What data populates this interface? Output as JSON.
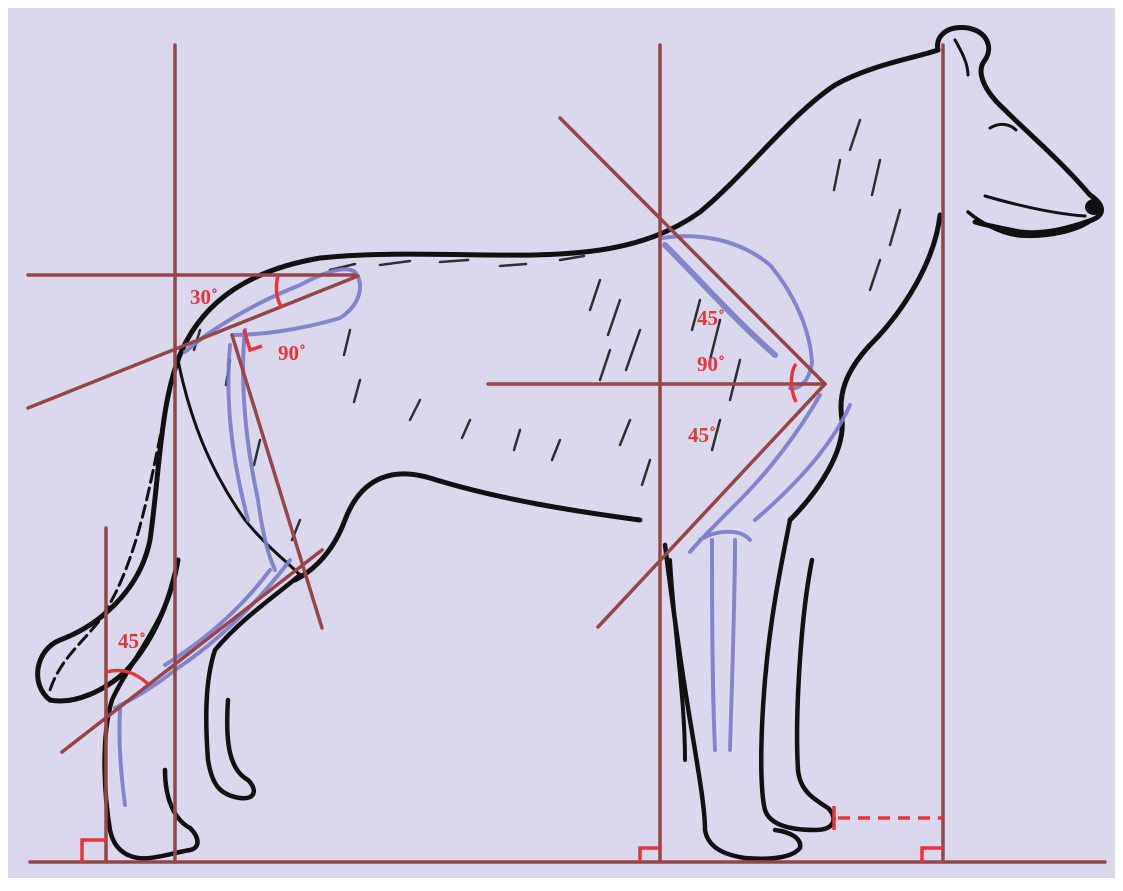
{
  "colors": {
    "background": "#dad8ed",
    "frame": "#ffffff",
    "guide_line": "#98454a",
    "bone": "#7a7cc8",
    "angle_label": "#e8343b",
    "dog_outline": "#111111"
  },
  "labels": {
    "hip_angle": "30˚",
    "hip_stifle_angle": "90˚",
    "hock_angle": "45˚",
    "shoulder_upper_angle": "45˚",
    "shoulder_joint_angle": "90˚",
    "shoulder_lower_angle": "45˚"
  },
  "icons": {
    "right_angle_markers": "right-angle-icon",
    "forefoot_offset": "dashed-offset-icon"
  }
}
